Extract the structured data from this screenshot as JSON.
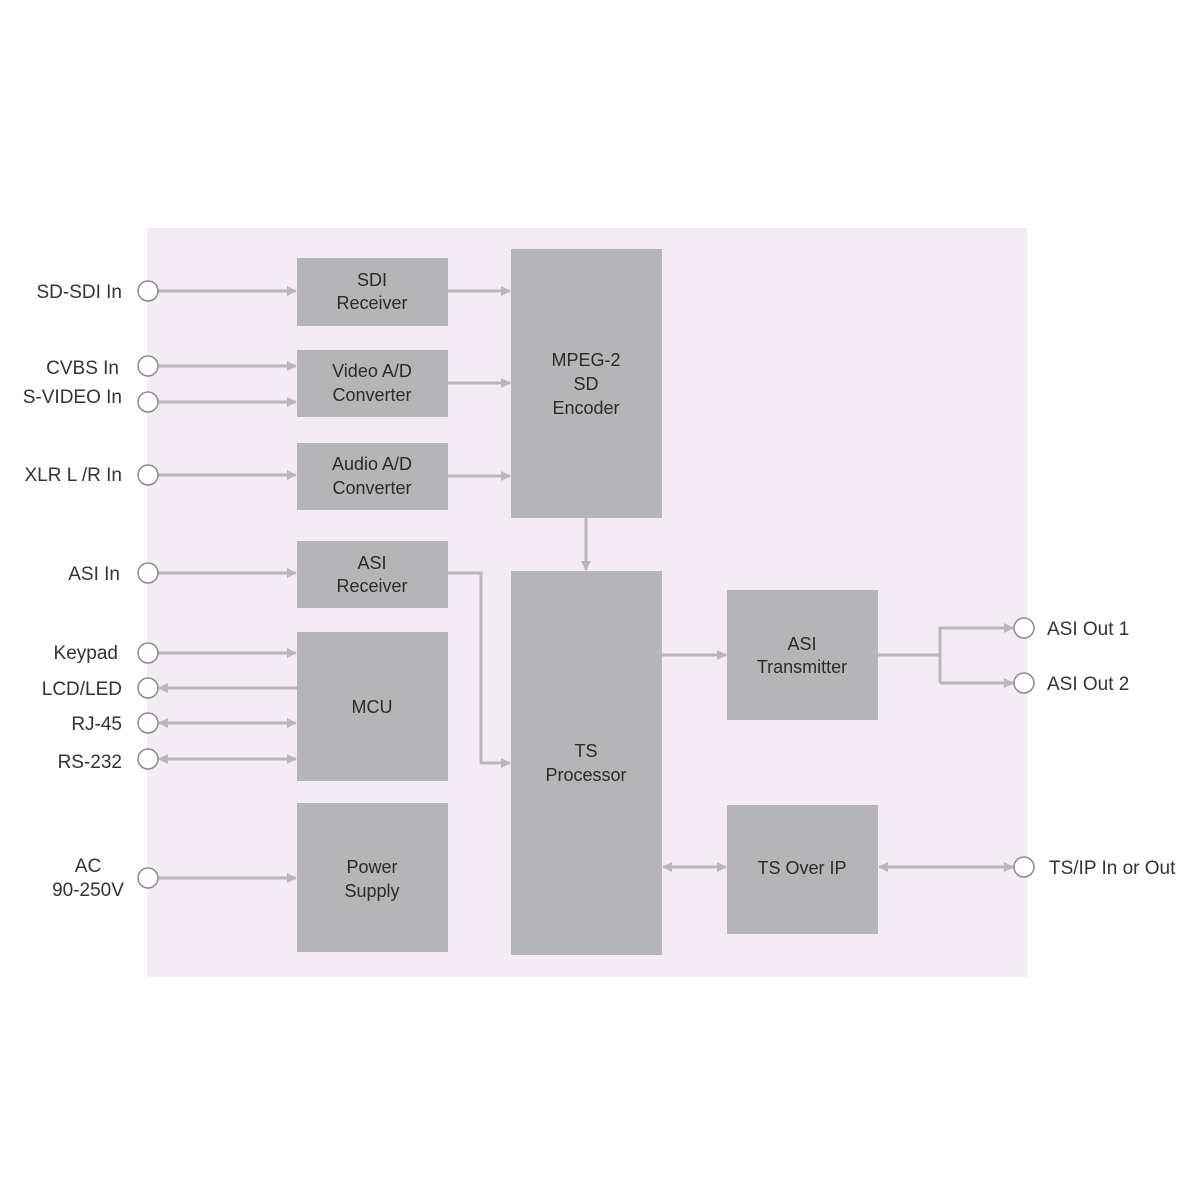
{
  "colors": {
    "panel": "#f4ecf4",
    "block": "#b5b5b7",
    "line": "#b9b7bc",
    "text": "#333333"
  },
  "blocks": {
    "sdi_receiver": [
      "SDI",
      "Receiver"
    ],
    "video_ad": [
      "Video A/D",
      "Converter"
    ],
    "audio_ad": [
      "Audio A/D",
      "Converter"
    ],
    "asi_receiver": [
      "ASI",
      "Receiver"
    ],
    "mcu": [
      "MCU"
    ],
    "power_supply": [
      "Power",
      "Supply"
    ],
    "mpeg2_encoder": [
      "MPEG-2",
      "SD",
      "Encoder"
    ],
    "ts_processor": [
      "TS",
      "Processor"
    ],
    "asi_transmitter": [
      "ASI",
      "Transmitter"
    ],
    "ts_over_ip": [
      "TS Over IP"
    ]
  },
  "inputs": {
    "sd_sdi": "SD-SDI In",
    "cvbs": "CVBS In",
    "svideo": "S-VIDEO In",
    "xlr": "XLR L /R In",
    "asi_in": "ASI In",
    "keypad": "Keypad",
    "lcd": "LCD/LED",
    "rj45": "RJ-45",
    "rs232": "RS-232",
    "ac": [
      "AC",
      "90-250V"
    ]
  },
  "outputs": {
    "asi_out1": "ASI Out 1",
    "asi_out2": "ASI Out 2",
    "tsip": "TS/IP In or Out"
  }
}
